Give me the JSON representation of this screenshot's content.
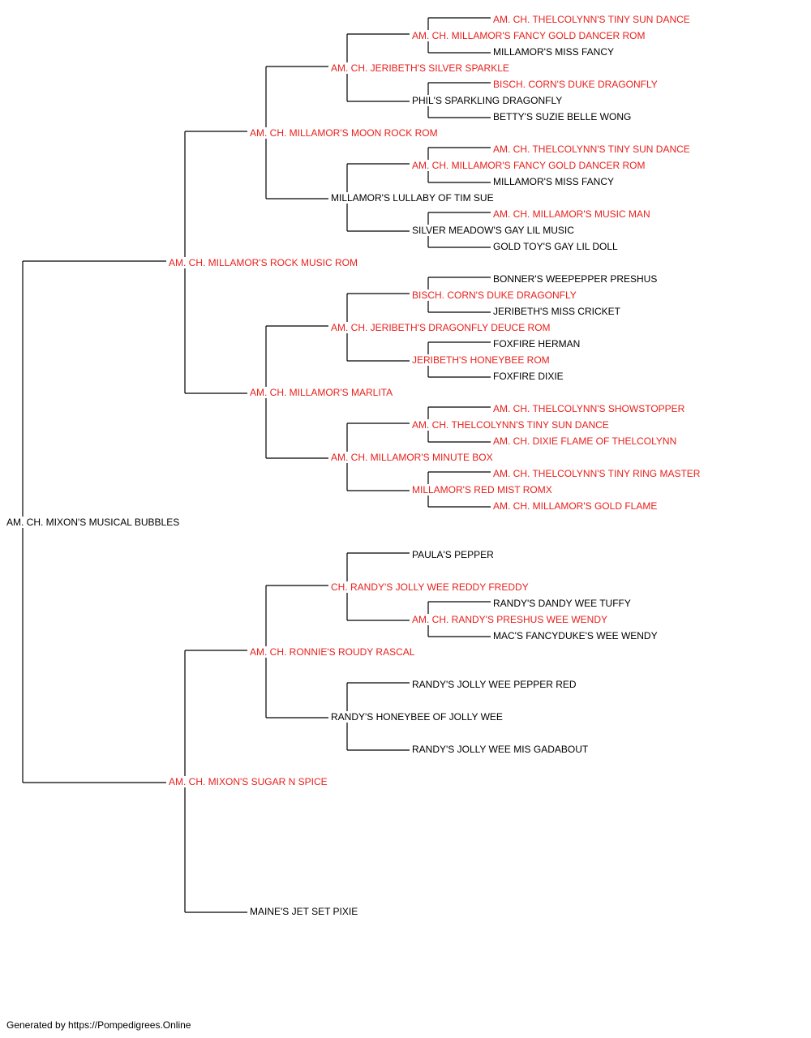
{
  "colors": {
    "champion": "#e8201c",
    "normal": "#000000",
    "line": "#000000"
  },
  "subject": {
    "name": "AM. CH. MIXON'S MUSICAL BUBBLES",
    "champion": false
  },
  "sire": {
    "name": "AM. CH. MILLAMOR'S ROCK MUSIC ROM",
    "champion": true
  },
  "dam": {
    "name": "AM. CH. MIXON'S SUGAR N SPICE",
    "champion": true
  },
  "sire_sire": {
    "name": "AM. CH. MILLAMOR'S MOON ROCK ROM",
    "champion": true
  },
  "sire_dam": {
    "name": "AM. CH. MILLAMOR'S MARLITA",
    "champion": true
  },
  "dam_sire": {
    "name": "AM. CH. RONNIE'S ROUDY RASCAL",
    "champion": true
  },
  "dam_dam": {
    "name": "MAINE'S JET SET PIXIE",
    "champion": false
  },
  "ss_sire": {
    "name": "AM. CH. JERIBETH'S SILVER SPARKLE",
    "champion": true
  },
  "ss_dam": {
    "name": "MILLAMOR'S LULLABY OF TIM SUE",
    "champion": false
  },
  "sd_sire": {
    "name": "AM. CH. JERIBETH'S DRAGONFLY DEUCE ROM",
    "champion": true
  },
  "sd_dam": {
    "name": "AM. CH. MILLAMOR'S MINUTE BOX",
    "champion": true
  },
  "ds_sire": {
    "name": "CH. RANDY'S JOLLY WEE REDDY FREDDY",
    "champion": true
  },
  "ds_dam": {
    "name": "RANDY'S HONEYBEE OF JOLLY WEE",
    "champion": false
  },
  "sss_sire": {
    "name": "AM. CH. MILLAMOR'S FANCY GOLD DANCER ROM",
    "champion": true
  },
  "sss_dam": {
    "name": "PHIL'S SPARKLING DRAGONFLY",
    "champion": false
  },
  "ssd_sire": {
    "name": "AM. CH. MILLAMOR'S FANCY GOLD DANCER ROM",
    "champion": true
  },
  "ssd_dam": {
    "name": "SILVER MEADOW'S GAY LIL MUSIC",
    "champion": false
  },
  "sds_sire": {
    "name": "BISCH. CORN'S DUKE DRAGONFLY",
    "champion": true
  },
  "sds_dam": {
    "name": "JERIBETH'S HONEYBEE ROM",
    "champion": true
  },
  "sdd_sire": {
    "name": "AM. CH. THELCOLYNN'S TINY SUN DANCE",
    "champion": true
  },
  "sdd_dam": {
    "name": "MILLAMOR'S RED MIST ROMX",
    "champion": true
  },
  "dss_sire": {
    "name": "PAULA'S PEPPER",
    "champion": false
  },
  "dss_dam": {
    "name": "AM. CH. RANDY'S PRESHUS WEE WENDY",
    "champion": true
  },
  "dsd_sire": {
    "name": "RANDY'S JOLLY WEE PEPPER RED",
    "champion": false
  },
  "dsd_dam": {
    "name": "RANDY'S JOLLY WEE MIS GADABOUT",
    "champion": false
  },
  "g5_1": {
    "name": "AM. CH. THELCOLYNN'S TINY SUN DANCE",
    "champion": true
  },
  "g5_2": {
    "name": "MILLAMOR'S MISS FANCY",
    "champion": false
  },
  "g5_3": {
    "name": "BISCH. CORN'S DUKE DRAGONFLY",
    "champion": true
  },
  "g5_4": {
    "name": "BETTY'S SUZIE BELLE WONG",
    "champion": false
  },
  "g5_5": {
    "name": "AM. CH. THELCOLYNN'S TINY SUN DANCE",
    "champion": true
  },
  "g5_6": {
    "name": "MILLAMOR'S MISS FANCY",
    "champion": false
  },
  "g5_7": {
    "name": "AM. CH. MILLAMOR'S MUSIC MAN",
    "champion": true
  },
  "g5_8": {
    "name": "GOLD TOY'S GAY LIL DOLL",
    "champion": false
  },
  "g5_9": {
    "name": "BONNER'S WEEPEPPER PRESHUS",
    "champion": false
  },
  "g5_10": {
    "name": "JERIBETH'S MISS CRICKET",
    "champion": false
  },
  "g5_11": {
    "name": "FOXFIRE HERMAN",
    "champion": false
  },
  "g5_12": {
    "name": "FOXFIRE DIXIE",
    "champion": false
  },
  "g5_13": {
    "name": "AM. CH. THELCOLYNN'S SHOWSTOPPER",
    "champion": true
  },
  "g5_14": {
    "name": "AM. CH. DIXIE FLAME OF THELCOLYNN",
    "champion": true
  },
  "g5_15": {
    "name": "AM. CH. THELCOLYNN'S TINY RING MASTER",
    "champion": true
  },
  "g5_16": {
    "name": "AM. CH. MILLAMOR'S GOLD FLAME",
    "champion": true
  },
  "g5_19": {
    "name": "RANDY'S DANDY WEE TUFFY",
    "champion": false
  },
  "g5_20": {
    "name": "MAC'S FANCYDUKE'S WEE WENDY",
    "champion": false
  },
  "footer": {
    "text": "Generated by https://Pompedigrees.Online"
  }
}
